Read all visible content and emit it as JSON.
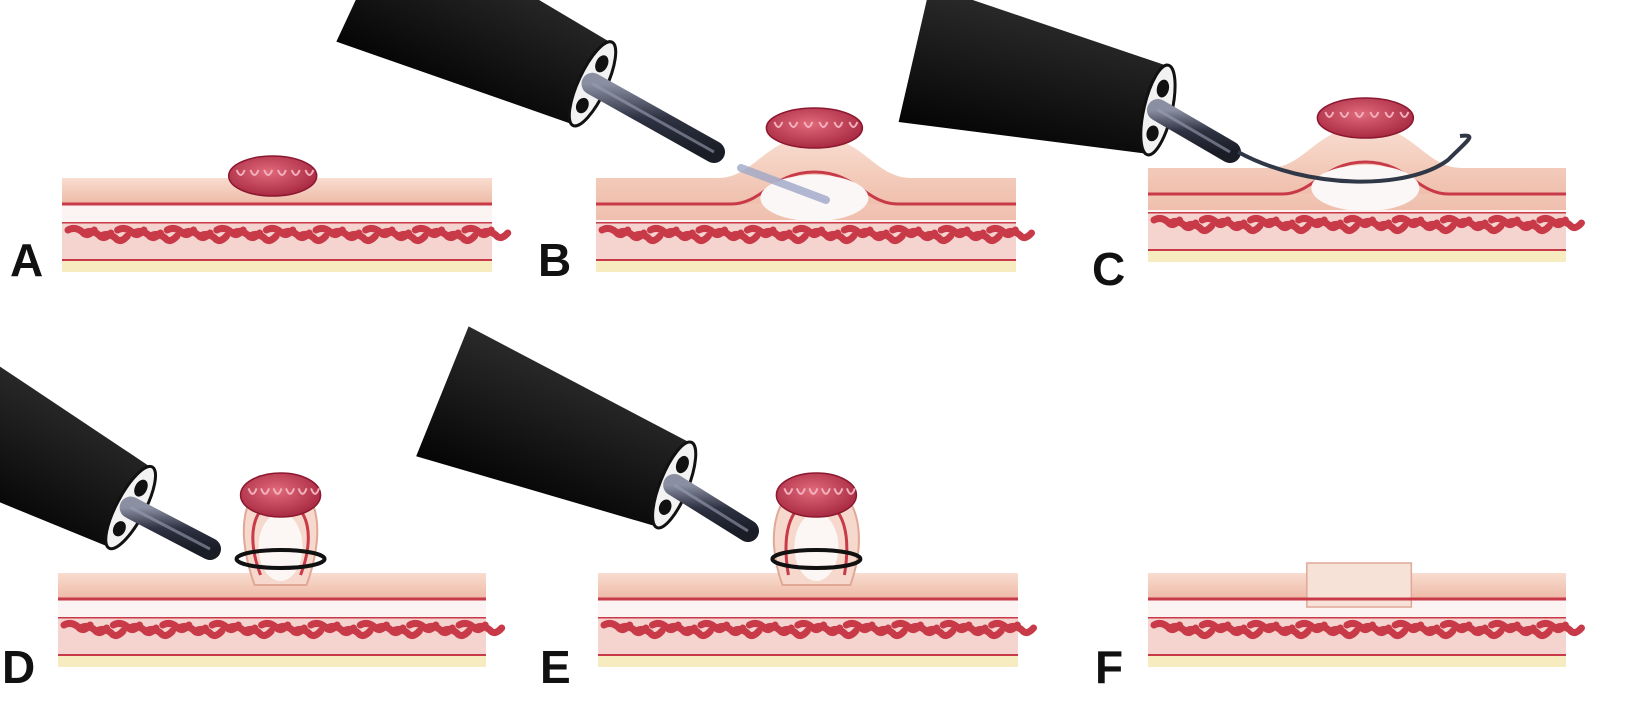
{
  "figure": {
    "panels": [
      {
        "id": "A",
        "label": "A",
        "stage": "flat",
        "instrument": false,
        "snare": "none",
        "lesion": true
      },
      {
        "id": "B",
        "label": "B",
        "stage": "lift",
        "instrument": true,
        "snare": "needle",
        "lesion": true
      },
      {
        "id": "C",
        "label": "C",
        "stage": "lift",
        "instrument": true,
        "snare": "wire",
        "lesion": true
      },
      {
        "id": "D",
        "label": "D",
        "stage": "stalk",
        "instrument": true,
        "snare": "loop",
        "lesion": true
      },
      {
        "id": "E",
        "label": "E",
        "stage": "stalk-wide",
        "instrument": true,
        "snare": "loop",
        "lesion": true
      },
      {
        "id": "F",
        "label": "F",
        "stage": "resected",
        "instrument": false,
        "snare": "none",
        "lesion": false
      }
    ],
    "colors": {
      "lesion": "#c8334a",
      "mucosa": "#f2c8b8",
      "muscle": "#c83a48",
      "serosa": "#f6ecc0",
      "scope": "#111111",
      "wire": "#303848"
    }
  }
}
